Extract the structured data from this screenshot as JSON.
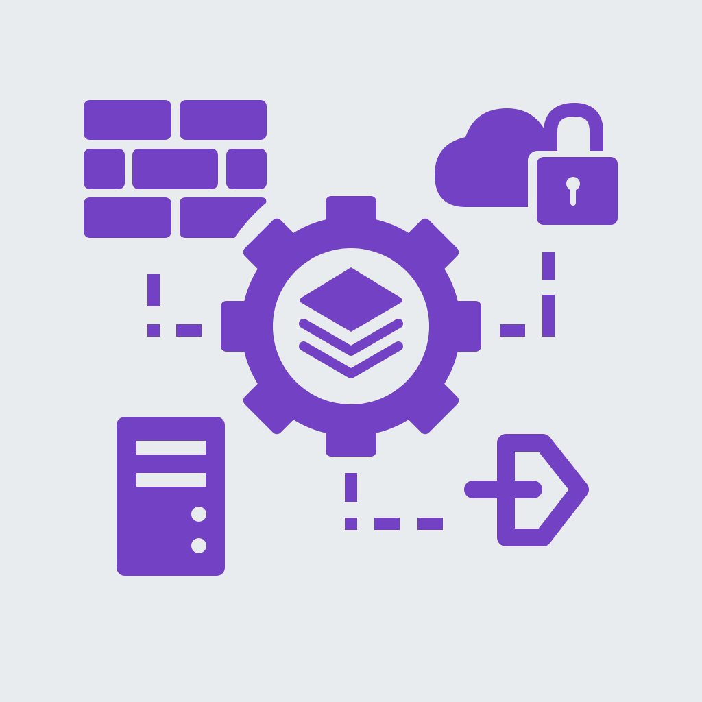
{
  "colors": {
    "background": "#e9ecef",
    "accent": "#7342c4"
  },
  "nodes": [
    {
      "id": "firewall",
      "icon": "brick-wall-icon"
    },
    {
      "id": "cloud-security",
      "icon": "cloud-lock-icon"
    },
    {
      "id": "integration-hub",
      "icon": "gear-layers-icon"
    },
    {
      "id": "server",
      "icon": "server-tower-icon"
    },
    {
      "id": "connector",
      "icon": "plug-connector-icon"
    }
  ],
  "connections": [
    {
      "from": "firewall",
      "to": "integration-hub",
      "style": "dashed"
    },
    {
      "from": "cloud-security",
      "to": "integration-hub",
      "style": "dashed"
    },
    {
      "from": "integration-hub",
      "to": "connector",
      "style": "dashed"
    }
  ]
}
